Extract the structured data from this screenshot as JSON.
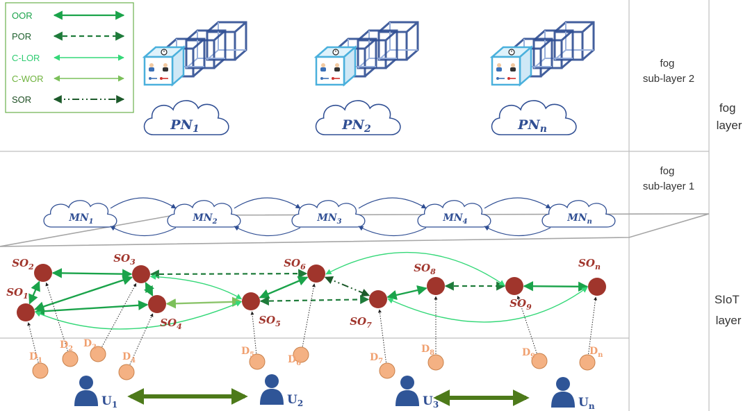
{
  "legend": {
    "items": [
      {
        "id": "oor",
        "label": "OOR",
        "label_color": "#1aa34a",
        "line_color": "#1aa34a"
      },
      {
        "id": "por",
        "label": "POR",
        "label_color": "#1d5f2c",
        "line_color": "#1e7b3a"
      },
      {
        "id": "clor",
        "label": "C-LOR",
        "label_color": "#2ecc71",
        "line_color": "#34d878"
      },
      {
        "id": "cwor",
        "label": "C-WOR",
        "label_color": "#6fb33e",
        "line_color": "#7cc05a"
      },
      {
        "id": "sor",
        "label": "SOR",
        "label_color": "#1d4d22",
        "line_color": "#1c5a2a"
      }
    ]
  },
  "layers": {
    "fog_sub2": [
      "fog",
      "sub-layer 2"
    ],
    "fog_sub1": [
      "fog",
      "sub-layer 1"
    ],
    "fog_layer": [
      "fog",
      "layer"
    ],
    "siot_layer": [
      "SIoT",
      "layer"
    ]
  },
  "pn_nodes": [
    {
      "id": "pn1",
      "base": "PN",
      "sub": "1"
    },
    {
      "id": "pn2",
      "base": "PN",
      "sub": "2"
    },
    {
      "id": "pnn",
      "base": "PN",
      "sub": "n"
    }
  ],
  "mn_nodes": [
    {
      "id": "mn1",
      "base": "MN",
      "sub": "1"
    },
    {
      "id": "mn2",
      "base": "MN",
      "sub": "2"
    },
    {
      "id": "mn3",
      "base": "MN",
      "sub": "3"
    },
    {
      "id": "mn4",
      "base": "MN",
      "sub": "4"
    },
    {
      "id": "mnn",
      "base": "MN",
      "sub": "n"
    }
  ],
  "so_nodes": [
    {
      "id": "so2",
      "base": "SO",
      "sub": "2"
    },
    {
      "id": "so1",
      "base": "SO",
      "sub": "1"
    },
    {
      "id": "so3",
      "base": "SO",
      "sub": "3"
    },
    {
      "id": "so4",
      "base": "SO",
      "sub": "4"
    },
    {
      "id": "so5",
      "base": "SO",
      "sub": "5"
    },
    {
      "id": "so6",
      "base": "SO",
      "sub": "6"
    },
    {
      "id": "so7",
      "base": "SO",
      "sub": "7"
    },
    {
      "id": "so8",
      "base": "SO",
      "sub": "8"
    },
    {
      "id": "so9",
      "base": "SO",
      "sub": "9"
    },
    {
      "id": "son",
      "base": "SO",
      "sub": "n"
    }
  ],
  "devices": [
    {
      "id": "d1",
      "base": "D",
      "sub": "1"
    },
    {
      "id": "d2",
      "base": "D",
      "sub": "2"
    },
    {
      "id": "d3",
      "base": "D",
      "sub": "3"
    },
    {
      "id": "d4",
      "base": "D",
      "sub": "4"
    },
    {
      "id": "d5",
      "base": "D",
      "sub": "5"
    },
    {
      "id": "d6",
      "base": "D",
      "sub": "6"
    },
    {
      "id": "d7",
      "base": "D",
      "sub": "7"
    },
    {
      "id": "d8",
      "base": "D",
      "sub": "8"
    },
    {
      "id": "d9",
      "base": "D",
      "sub": "9"
    },
    {
      "id": "dn",
      "base": "D",
      "sub": "n"
    }
  ],
  "users": [
    {
      "id": "u1",
      "base": "U",
      "sub": "1"
    },
    {
      "id": "u2",
      "base": "U",
      "sub": "2"
    },
    {
      "id": "u3",
      "base": "U",
      "sub": "3"
    },
    {
      "id": "un",
      "base": "U",
      "sub": "n"
    }
  ],
  "colors": {
    "cloud_stroke": "#2f4e93",
    "node_label": "#2f4e93",
    "so_fill": "#a0352c",
    "so_label": "#a0352c",
    "device_fill": "#f4b183",
    "device_stroke": "#c8804a",
    "device_label": "#f0a070",
    "user_fill": "#2f5597",
    "user_bar": "#4d7a1a",
    "divider": "#bfbfbf",
    "legend_border": "#6ab04c"
  },
  "icons": [
    "alarm-clock-icon",
    "person-icon",
    "key-icon",
    "user-icon"
  ]
}
